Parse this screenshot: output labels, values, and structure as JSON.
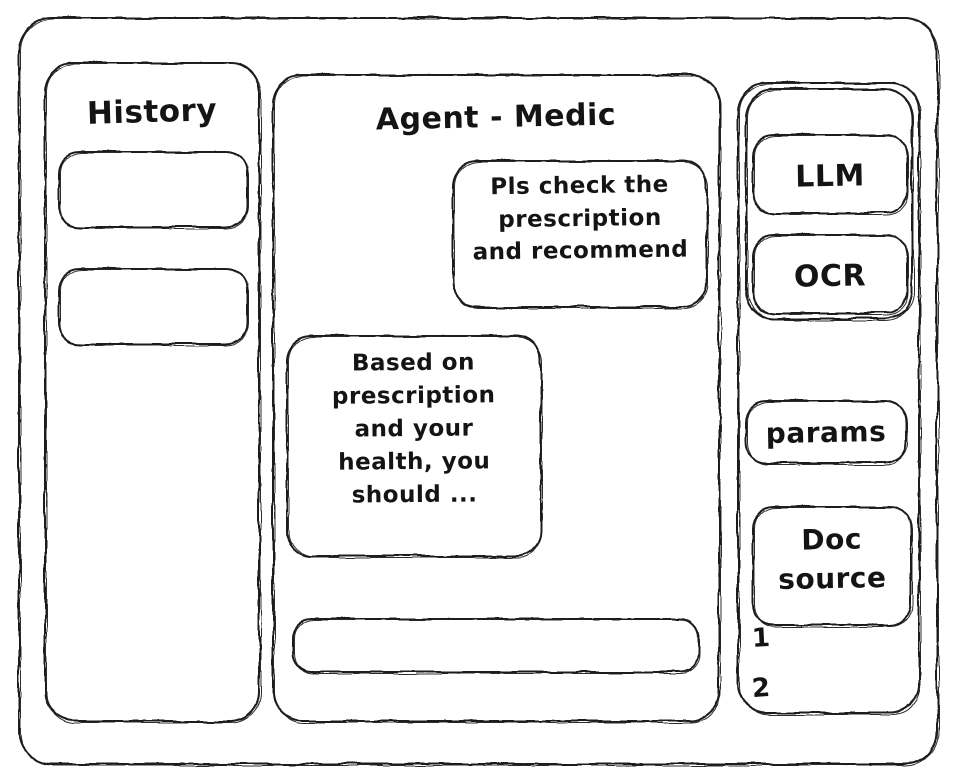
{
  "window": {
    "name": "agent-medic-wireframe"
  },
  "history": {
    "title": "History",
    "items": [
      {
        "label": ""
      },
      {
        "label": ""
      }
    ]
  },
  "agent": {
    "title": "Agent - Medic",
    "messages": [
      {
        "role": "user",
        "text": "Pls check the\nprescription\nand recommend"
      },
      {
        "role": "assistant",
        "text": "Based on\nprescription\nand your\nhealth, you\nshould ..."
      }
    ],
    "input": {
      "value": "",
      "placeholder": ""
    }
  },
  "tools": {
    "items": [
      {
        "label": "LLM"
      },
      {
        "label": "OCR"
      }
    ],
    "params": {
      "label": "params"
    },
    "doc_source": {
      "label": "Doc\nsource",
      "numbers": [
        "1",
        "2"
      ]
    }
  },
  "colors": {
    "ink": "#1b1b1b",
    "paper": "#ffffff"
  }
}
